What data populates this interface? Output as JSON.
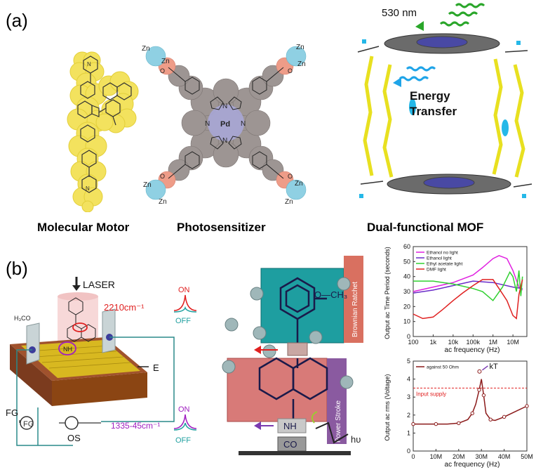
{
  "panel_a": {
    "label": "(a)",
    "captions": [
      "Molecular Motor",
      "Photosensitizer",
      "Dual-functional MOF"
    ],
    "porphyrin": {
      "metal": "Pd",
      "zn": "Zn",
      "n": "N",
      "o": "O"
    },
    "mof": {
      "wavelength": "530 nm",
      "transfer_line1": "Energy",
      "transfer_line2": "Transfer"
    }
  },
  "panel_b": {
    "label": "(b)",
    "device": {
      "laser": "LASER",
      "wavenumber_top": "2210cm⁻¹",
      "wavenumber_bottom": "1335-45cm⁻¹",
      "on": "ON",
      "off": "OFF",
      "methoxy": "H₃CO",
      "nh": "NH",
      "e": "E",
      "fg": "FG",
      "os": "OS"
    },
    "motor": {
      "ratchet": "Brownian Ratchet",
      "stroke": "Power Stroke",
      "och3": "O—CH₃",
      "nh": "NH",
      "co": "CO",
      "hv": "hυ"
    }
  },
  "chart_data": [
    {
      "type": "line",
      "xlabel": "ac frequency (Hz)",
      "ylabel": "Output ac Time Period (seconds)",
      "xscale": "log",
      "xlim": [
        100,
        50000000
      ],
      "ylim": [
        0,
        60
      ],
      "x_ticks": [
        "100",
        "1k",
        "10k",
        "100k",
        "1M",
        "10M"
      ],
      "y_ticks": [
        "0",
        "10",
        "20",
        "30",
        "40",
        "50",
        "60"
      ],
      "legend_position": "top-left",
      "series": [
        {
          "name": "Ethanol no light",
          "color": "#e020e0",
          "x": [
            100,
            1000,
            10000,
            100000,
            300000,
            1000000,
            2000000,
            5000000,
            10000000,
            20000000,
            30000000
          ],
          "y": [
            30,
            33,
            36,
            41,
            46,
            52,
            54,
            52,
            44,
            33,
            31
          ]
        },
        {
          "name": "Ethanol light",
          "color": "#6a2cc8",
          "x": [
            100,
            1000,
            10000,
            100000,
            1000000,
            10000000,
            30000000
          ],
          "y": [
            29,
            31,
            34,
            37,
            36,
            33,
            32
          ]
        },
        {
          "name": "Ethyl acetate light",
          "color": "#30d030",
          "x": [
            100,
            1000,
            10000,
            100000,
            300000,
            1000000,
            3000000,
            7000000,
            10000000,
            15000000,
            20000000,
            25000000,
            30000000
          ],
          "y": [
            37,
            37,
            35,
            32,
            30,
            24,
            33,
            43,
            40,
            30,
            44,
            27,
            40
          ]
        },
        {
          "name": "DMF light",
          "color": "#e02020",
          "x": [
            100,
            300,
            1000,
            3000,
            10000,
            30000,
            100000,
            300000,
            1000000,
            2000000,
            5000000,
            10000000,
            15000000,
            20000000,
            30000000
          ],
          "y": [
            15,
            12,
            13,
            18,
            24,
            29,
            34,
            38,
            38,
            32,
            24,
            14,
            12,
            28,
            38
          ]
        }
      ]
    },
    {
      "type": "line",
      "xlabel": "ac frequency (Hz)",
      "ylabel": "Output ac rms (Voltage)",
      "xlim": [
        0,
        50000000
      ],
      "ylim": [
        0,
        5
      ],
      "x_ticks": [
        "0",
        "10M",
        "20M",
        "30M",
        "40M",
        "50M"
      ],
      "y_ticks": [
        "0",
        "1",
        "2",
        "3",
        "4",
        "5"
      ],
      "legend_position": "top-left",
      "annotations": [
        "kT",
        "Input supply"
      ],
      "reference_line": {
        "label": "Input supply",
        "y": 3.5
      },
      "series": [
        {
          "name": "against 50 Ohm",
          "color": "#8b1a1a",
          "x": [
            0,
            5000000,
            10000000,
            15000000,
            20000000,
            24000000,
            26000000,
            27500000,
            29000000,
            30000000,
            31000000,
            32000000,
            34000000,
            36000000,
            40000000,
            45000000,
            50000000
          ],
          "y": [
            1.5,
            1.5,
            1.5,
            1.5,
            1.55,
            1.75,
            2.1,
            2.6,
            3.4,
            4.0,
            3.1,
            2.1,
            1.75,
            1.7,
            1.9,
            2.2,
            2.5
          ]
        }
      ]
    }
  ]
}
